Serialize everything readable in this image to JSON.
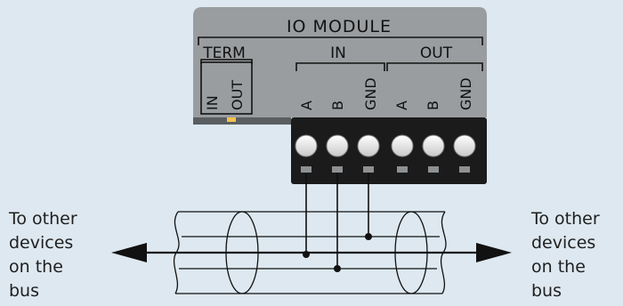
{
  "module": {
    "title": "IO MODULE",
    "term": {
      "label": "TERM",
      "pins": [
        "IN",
        "OUT"
      ]
    },
    "in": {
      "label": "IN",
      "pins": [
        "A",
        "B",
        "GND"
      ]
    },
    "out": {
      "label": "OUT",
      "pins": [
        "A",
        "B",
        "GND"
      ]
    }
  },
  "side_labels": {
    "left": [
      "To other",
      "devices",
      "on the",
      "bus"
    ],
    "right": [
      "To other",
      "devices",
      "on the",
      "bus"
    ]
  },
  "colors": {
    "background": "#dde8f0",
    "module_body": "#9a9da0",
    "connector_block": "#1b1b1b",
    "screw_terminal": "#f0f0f0",
    "wire": "#111111",
    "term_indicator": "#f2c14e"
  }
}
